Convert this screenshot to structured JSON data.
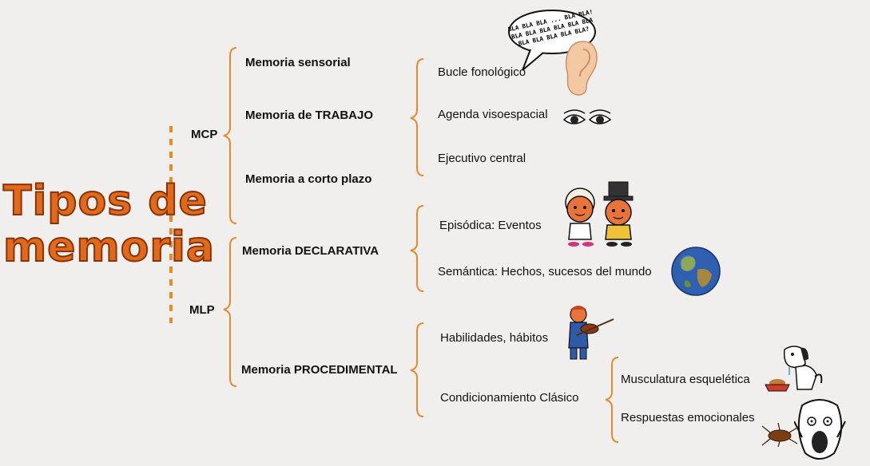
{
  "title": {
    "line1": "Tipos de",
    "line2": "memoria"
  },
  "colors": {
    "bracket": "#e8892e",
    "title": "#e06a1b",
    "title_outline": "#8a3208",
    "background": "#f0efed"
  },
  "mcp": {
    "label": "MCP",
    "items": [
      "Memoria sensorial",
      "Memoria de TRABAJO",
      "Memoria a corto plazo"
    ]
  },
  "trabajo": {
    "items": [
      "Bucle fonológico",
      "Agenda visoespacial",
      "Ejecutivo central"
    ]
  },
  "mlp": {
    "label": "MLP",
    "items": [
      "Memoria DECLARATIVA",
      "Memoria PROCEDIMENTAL"
    ]
  },
  "declarativa": {
    "items": [
      "Episódica: Eventos",
      "Semántica: Hechos, sucesos del mundo"
    ]
  },
  "procedimental": {
    "items": [
      "Habilidades, hábitos",
      "Condicionamiento Clásico"
    ]
  },
  "clasico": {
    "items": [
      "Musculatura esquelética",
      "Respuestas emocionales"
    ]
  },
  "speech_bubble": {
    "lines": [
      "BLA BLA BLA ... BLA BLA!",
      "BLA BLA BLA BLA BLA BLA",
      "BLA BLA BLA BLA BLA?"
    ]
  },
  "icons": [
    "ear-icon",
    "eyes-icon",
    "wedding-couple-icon",
    "globe-icon",
    "violinist-icon",
    "dog-icon",
    "food-bowl-icon",
    "scared-face-icon",
    "cockroach-icon"
  ]
}
